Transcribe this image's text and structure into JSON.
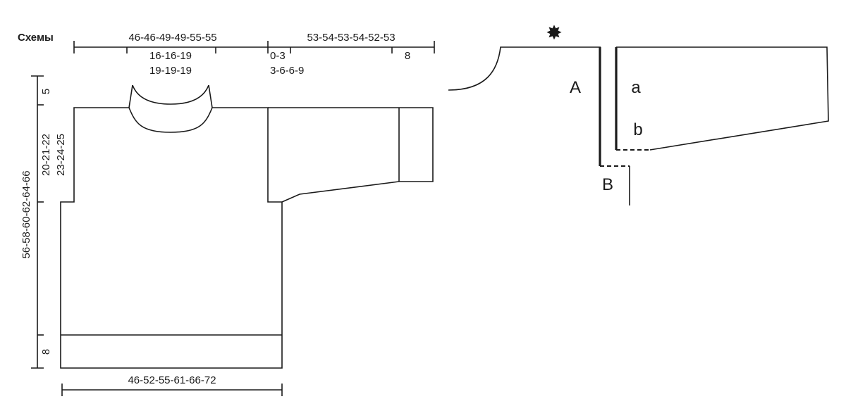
{
  "title": "Схемы",
  "measurements": {
    "body_width_top": "46-46-49-49-55-55",
    "neck_width_line1": "16-16-19",
    "neck_width_line2": "19-19-19",
    "sleeve_length": "53-54-53-54-52-53",
    "shoulder_offset_line1": "0-3",
    "shoulder_offset_line2": "3-6-6-9",
    "cuff_width": "8",
    "neck_depth": "5",
    "armhole_line1": "20-21-22",
    "armhole_line2": "23-24-25",
    "total_length": "56-58-60-62-64-66",
    "rib_height": "8",
    "body_width_bottom": "46-52-55-61-66-72"
  },
  "detail": {
    "star_symbol": "✸",
    "label_A": "A",
    "label_a": "a",
    "label_b": "b",
    "label_B": "B"
  }
}
